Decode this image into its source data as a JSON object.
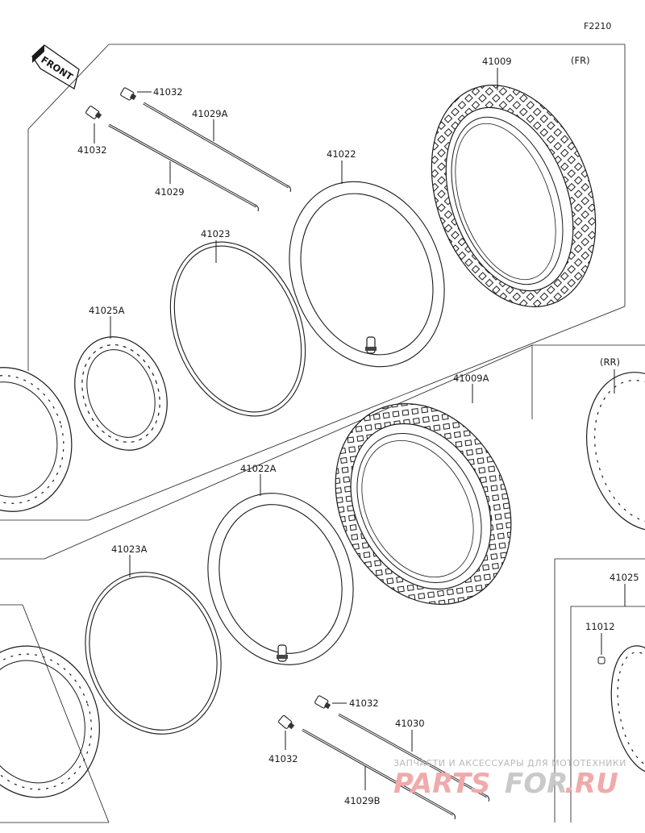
{
  "figure_code": "F2210",
  "front_label": "FRONT",
  "sections": {
    "front": "(FR)",
    "rear": "(RR)"
  },
  "parts": {
    "tire_front": "41009",
    "tire_rear": "41009A",
    "tube_front": "41022",
    "tube_rear": "41022A",
    "rim_band_front": "41023",
    "rim_band_rear": "41023A",
    "rim_front": "41025A",
    "rim_rear": "41025",
    "spoke_front_a": "41029A",
    "spoke_front": "41029",
    "spoke_rear_b": "41029B",
    "spoke_rear": "41030",
    "nipple_1": "41032",
    "nipple_2": "41032",
    "nipple_3": "41032",
    "nipple_4": "41032",
    "valve_cap": "11012"
  },
  "watermark": {
    "tagline": "ЗАПЧАСТИ И АКСЕССУАРЫ ДЛЯ МОТОТЕХНИКИ",
    "brand_part1": "PARTS",
    "brand_part2": "FOR",
    "brand_part3": ".RU"
  },
  "colors": {
    "line": "#1a1a1a",
    "watermark_red": "#f1aaaa",
    "watermark_gray": "#c9c9c9"
  }
}
